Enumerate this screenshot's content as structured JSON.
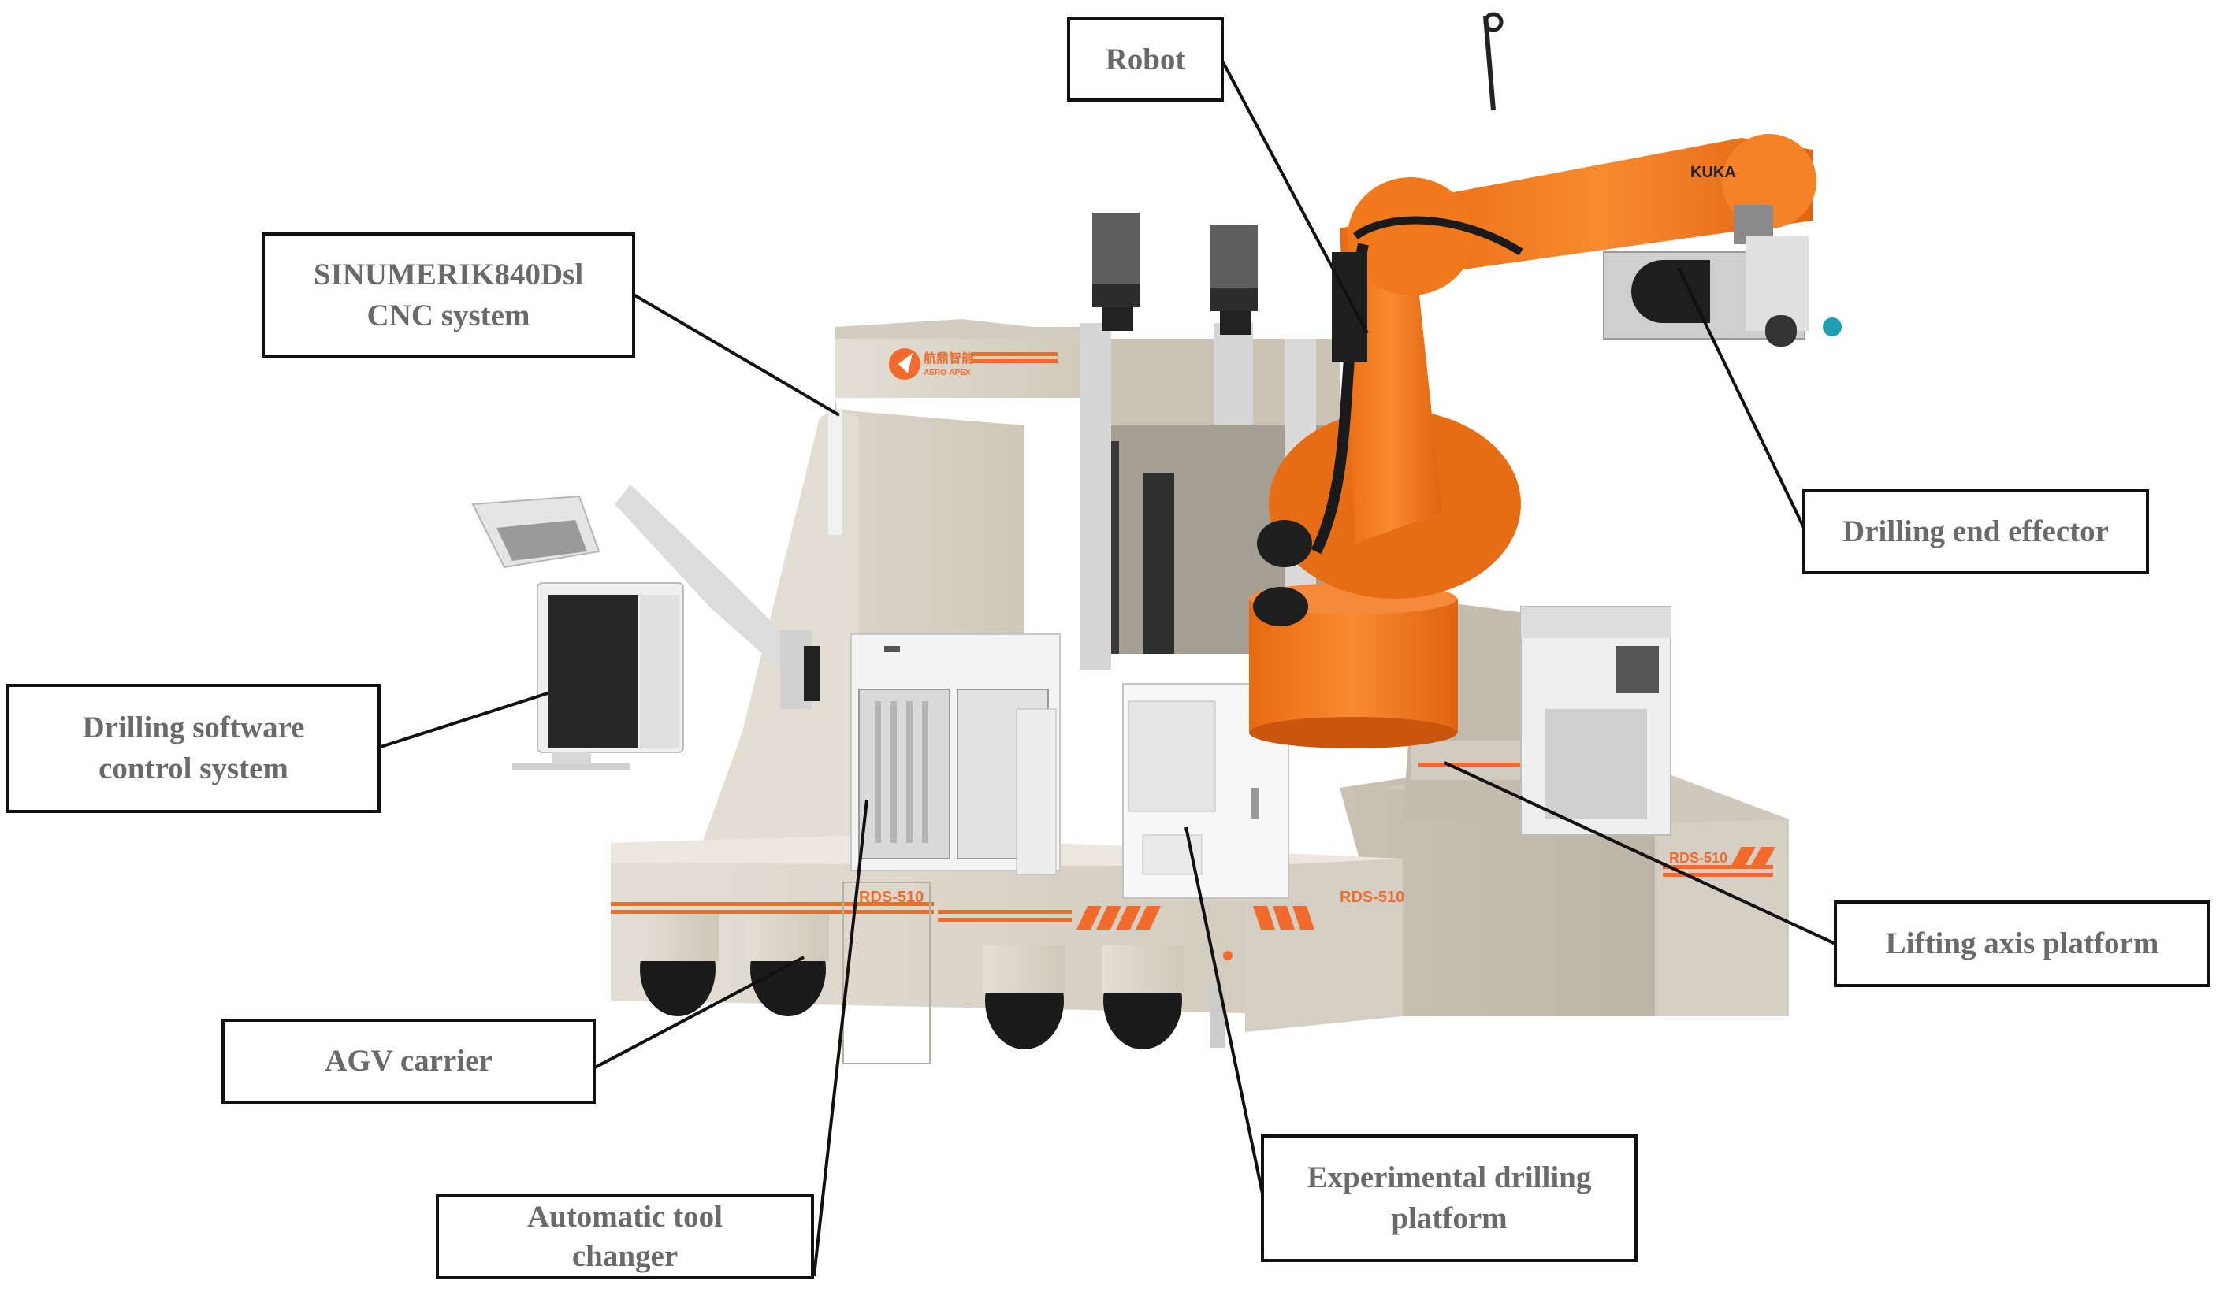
{
  "figure": {
    "type": "annotated-equipment-diagram",
    "subject": "Mobile robotic drilling system",
    "colors": {
      "robot_orange": "#f47a20",
      "body_beige": "#d9d3c7",
      "accent_orange": "#f26b2c",
      "label_border": "#111111",
      "label_text": "#6a6a6a",
      "leader_line": "#111111"
    }
  },
  "labels": {
    "robot": "Robot",
    "cnc": "SINUMERIK840Dsl\nCNC system",
    "end_effector": "Drilling end effector",
    "software": "Drilling software\ncontrol system",
    "lifting": "Lifting axis platform",
    "agv": "AGV carrier",
    "tool_changer": "Automatic tool\nchanger",
    "exp_platform": "Experimental drilling\nplatform"
  },
  "decals": {
    "robot_brand": "KUKA",
    "company_cn": "航鼎智能",
    "company_en": "AERO-APEX",
    "model_front": "RDS-510",
    "model_side": "RDS-510",
    "model_rear": "RDS-510"
  }
}
